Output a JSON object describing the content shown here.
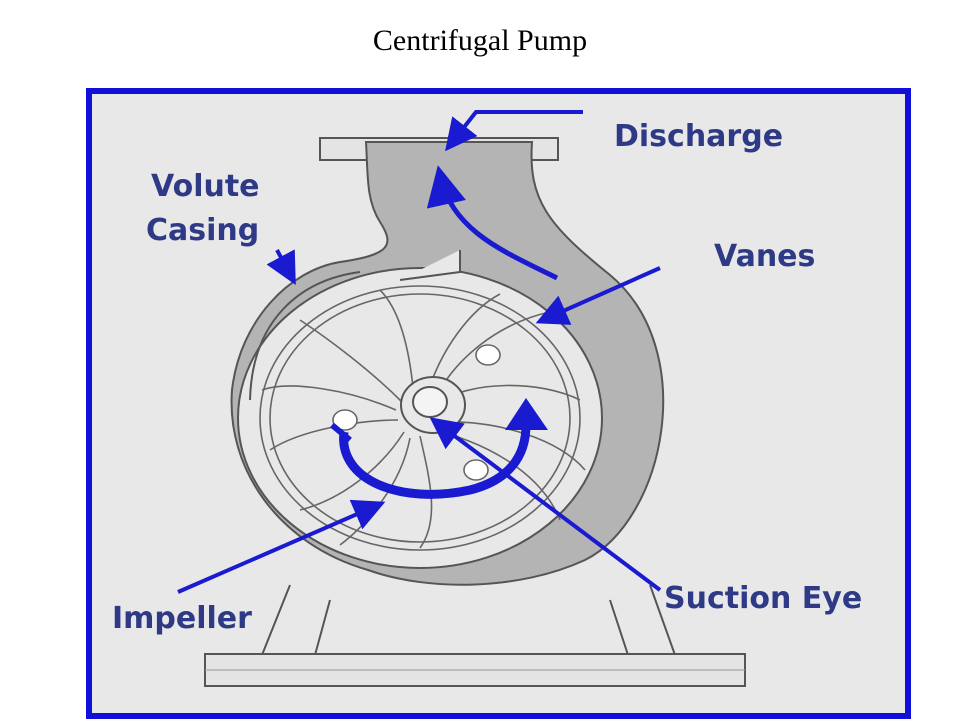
{
  "title": "Centrifugal Pump",
  "labels": {
    "discharge": "Discharge",
    "volute_line1": "Volute",
    "volute_line2": "Casing",
    "vanes": "Vanes",
    "impeller": "Impeller",
    "suction_eye": "Suction Eye"
  },
  "colors": {
    "frame": "#1010d8",
    "background": "#e8e8e8",
    "casing_fill": "#b4b4b4",
    "annotation": "#1a1ad0",
    "label_text": "#2e3a86",
    "outline": "#555555"
  }
}
